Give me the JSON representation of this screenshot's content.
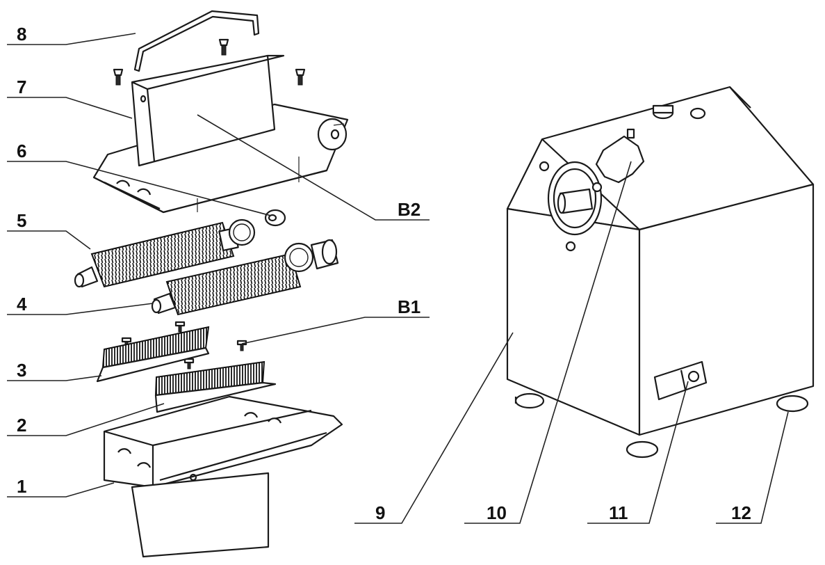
{
  "diagram": {
    "labels": {
      "l1": "1",
      "l2": "2",
      "l3": "3",
      "l4": "4",
      "l5": "5",
      "l6": "6",
      "l7": "7",
      "l8": "8",
      "l9": "9",
      "l10": "10",
      "l11": "11",
      "l12": "12",
      "b1": "B1",
      "b2": "B2"
    },
    "colors": {
      "ink": "#1a1a1a",
      "paper": "#ffffff"
    }
  }
}
